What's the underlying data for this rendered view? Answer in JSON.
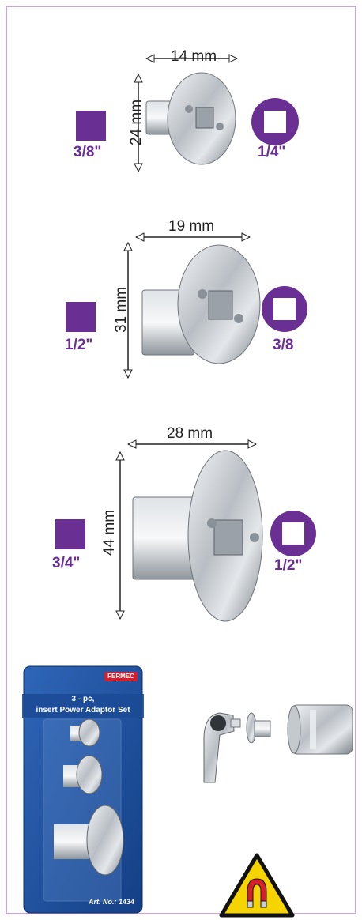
{
  "colors": {
    "accent": "#6a2f93",
    "frame": "#c7a9cf",
    "card": "#1e4fa0",
    "warning": "#f5d400"
  },
  "adaptors": [
    {
      "width": "14 mm",
      "height": "24 mm",
      "drive_in": "3/8\"",
      "drive_out": "1/4\"",
      "brand": "FERMEC"
    },
    {
      "width": "19 mm",
      "height": "31 mm",
      "drive_in": "1/2\"",
      "drive_out": "3/8",
      "brand": "FERMEC"
    },
    {
      "width": "28 mm",
      "height": "44 mm",
      "drive_in": "3/4\"",
      "drive_out": "1/2\"",
      "brand": "FERMEC"
    }
  ],
  "package": {
    "brand": "FERMEC",
    "title_line1": "3 - pc,",
    "title_line2": "insert Power Adaptor Set",
    "art_no": "Art. No.: 1434"
  },
  "icons": {
    "square_drive": "square-drive-icon",
    "square_socket": "square-socket-icon",
    "magnet_warning": "magnet-warning-icon"
  }
}
